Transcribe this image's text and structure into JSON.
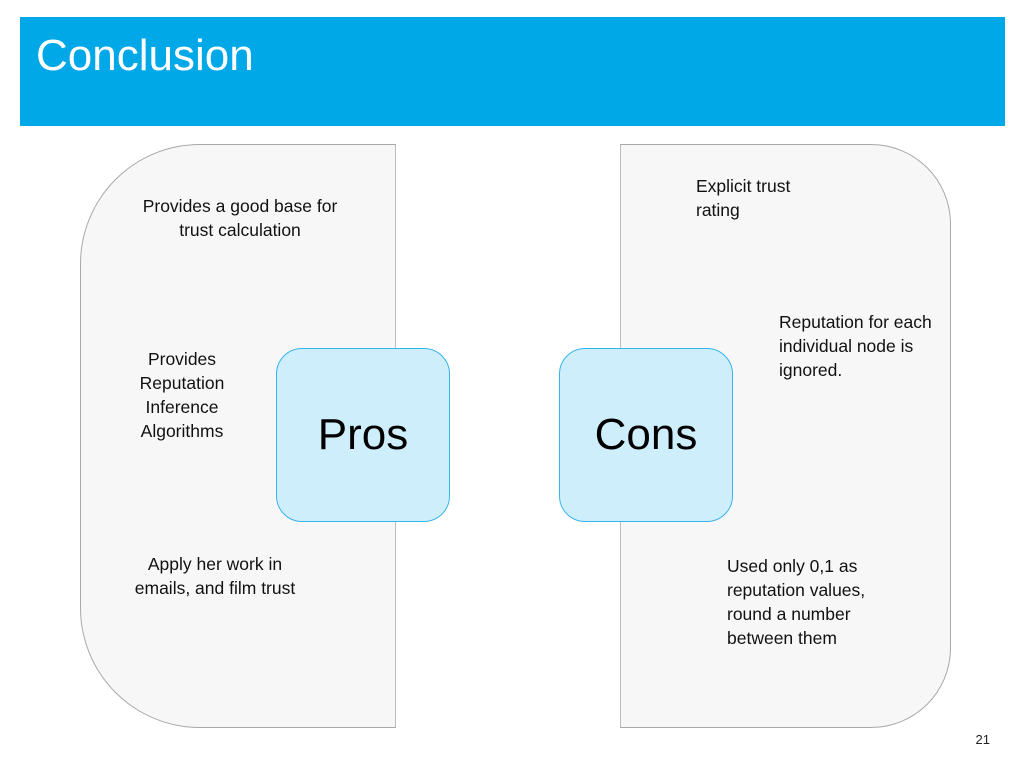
{
  "slide": {
    "title": "Conclusion",
    "page_number": "21"
  },
  "pros": {
    "label": "Pros",
    "items": [
      "Provides a good base for trust calculation",
      "Provides Reputation Inference Algorithms",
      "Apply her work in emails, and film trust"
    ]
  },
  "cons": {
    "label": "Cons",
    "items": [
      "Explicit trust rating",
      "Reputation for each individual node is ignored.",
      "Used only 0,1 as reputation values, round a number between them"
    ]
  },
  "colors": {
    "title_bar": "#00a8e8",
    "tile_fill": "#cfeefc",
    "tile_border": "#36b4ee",
    "panel_fill": "#f7f7f7"
  }
}
